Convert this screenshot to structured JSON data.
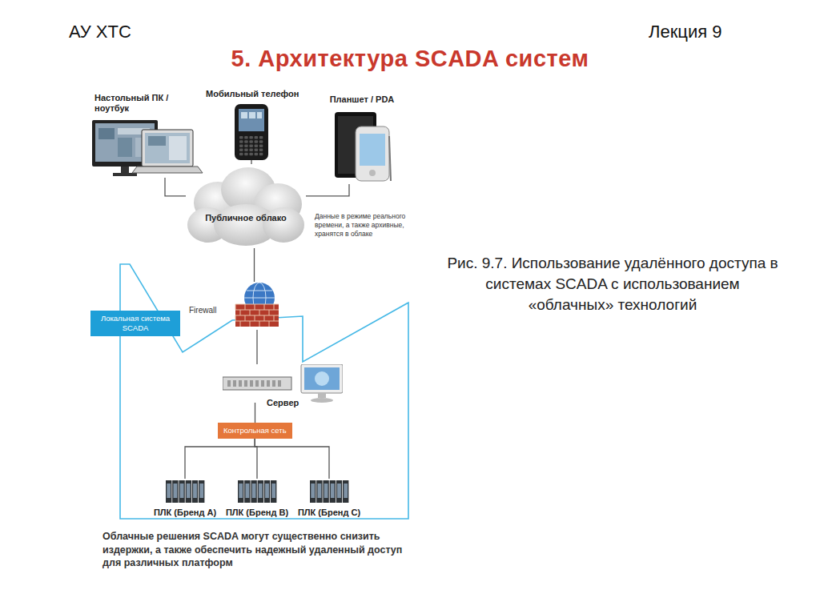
{
  "diagram": {
    "title": "5. Архитектура SCADA систем",
    "caption": "Рис. 9.7. Использование удалённого доступа в системах SCADA с использованием «облачных» технологий",
    "nodes": [
      {
        "text": [
          "Настольный ПК / ноутбук"
        ]
      },
      {
        "text": [
          "Мобильный телефон"
        ]
      },
      {
        "text": [
          "Планшет / PDA"
        ]
      },
      {
        "text": [
          "Публичное облако"
        ]
      },
      {
        "text": [
          "Локальная система SCADA"
        ]
      },
      {
        "text": [
          "Firewall"
        ]
      },
      {
        "text": [
          "Сервер"
        ]
      },
      {
        "text": [
          "Контрольная сеть"
        ]
      },
      {
        "text": [
          "ПЛК (Бренд A)"
        ]
      },
      {
        "text": [
          "ПЛК (Бренд B)"
        ]
      },
      {
        "text": [
          "ПЛК (Бренд C)"
        ]
      }
    ],
    "edges": [
      {
        "from": 0,
        "to": 3,
        "arrow": "none"
      },
      {
        "from": 1,
        "to": 3,
        "arrow": "none"
      },
      {
        "from": 2,
        "to": 3,
        "arrow": "none"
      },
      {
        "from": 3,
        "to": 5,
        "arrow": "none"
      },
      {
        "from": 5,
        "to": 6,
        "arrow": "none"
      },
      {
        "from": 6,
        "to": 7,
        "arrow": "none"
      },
      {
        "from": 7,
        "to": 8,
        "arrow": "none"
      },
      {
        "from": 7,
        "to": 9,
        "arrow": "none"
      },
      {
        "from": 7,
        "to": 10,
        "arrow": "none"
      }
    ],
    "labels": [
      "АУ ХТС",
      "Лекция 9",
      "Данные в режиме реального времени, а также архивные, хранятся в облаке",
      "Облачные решения SCADA могут существенно снизить издержки, а также обеспечить надежный удаленный доступ для различных платформ"
    ]
  }
}
